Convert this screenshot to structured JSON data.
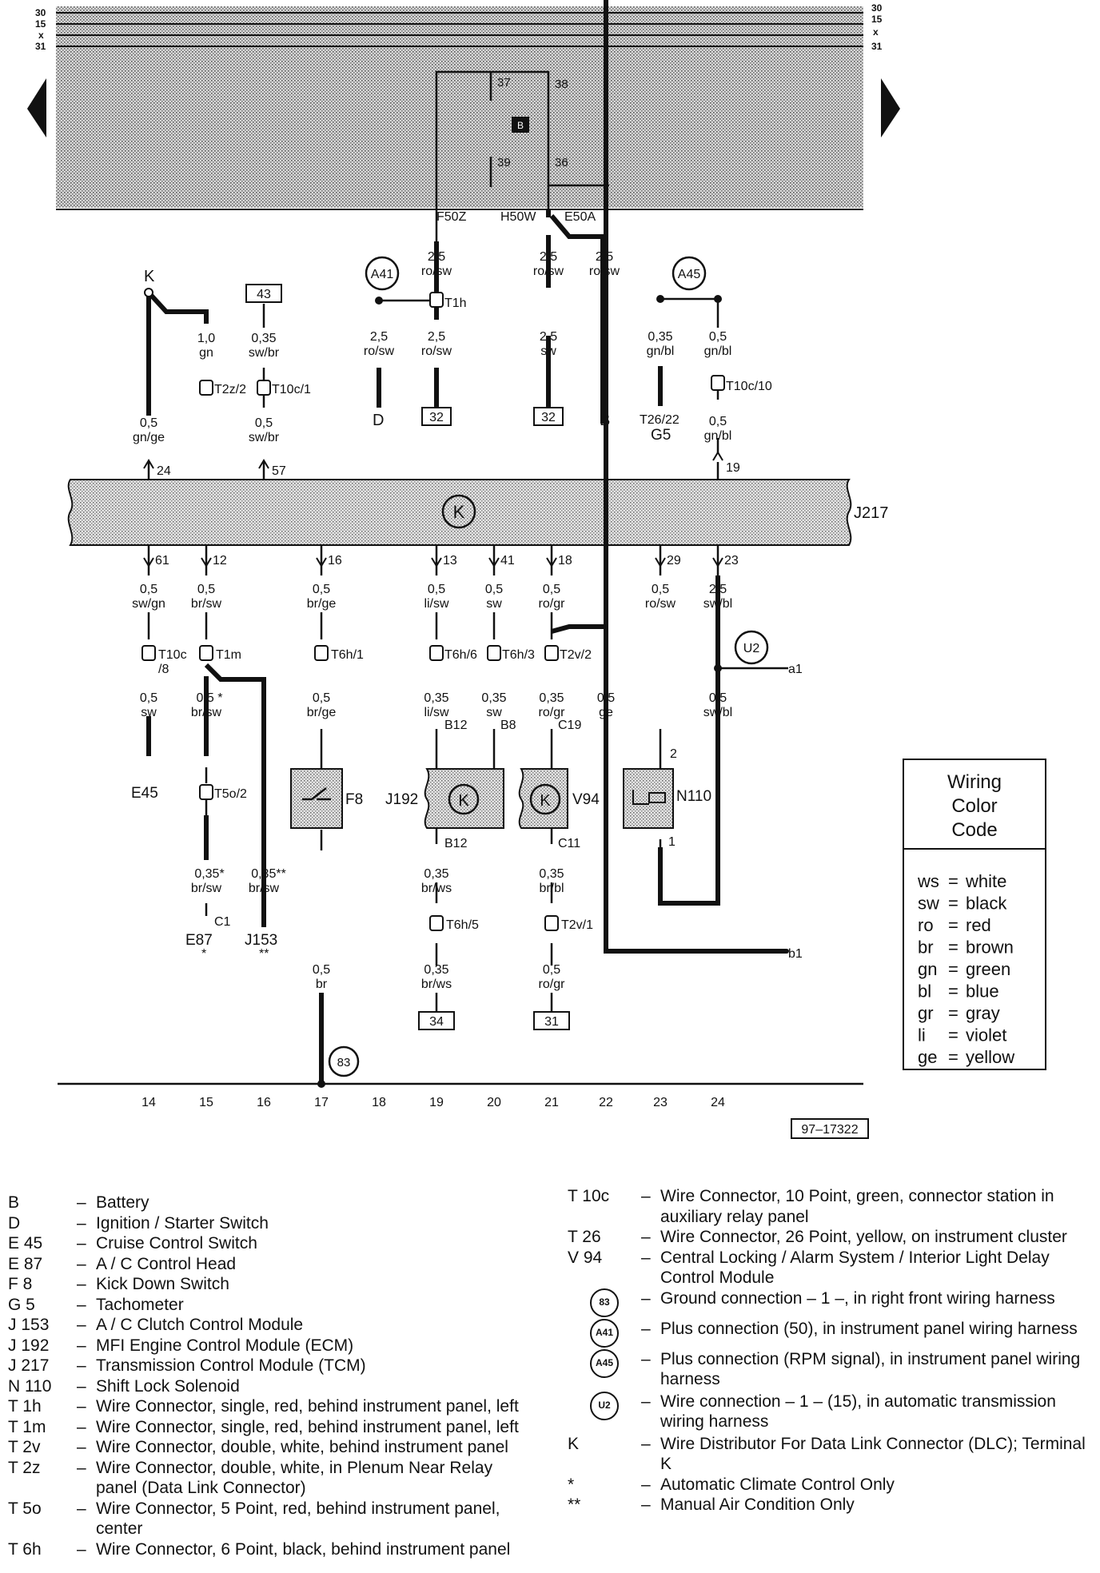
{
  "bus_labels": {
    "left": [
      "30",
      "15",
      "x",
      "31"
    ],
    "right": [
      "30",
      "15",
      "x",
      "31"
    ]
  },
  "fuse_box": {
    "top_pins": [
      "37",
      "38"
    ],
    "bottom_pins": [
      "39",
      "36"
    ],
    "badge": "B",
    "outputs": [
      "F50Z",
      "H50W",
      "E50A"
    ]
  },
  "top_wires": {
    "w1": {
      "gauge": "1,0",
      "color": "gn"
    },
    "w2": {
      "gauge": "0,35",
      "color": "sw/br"
    },
    "w3": {
      "gauge": "2,5",
      "color": "ro/sw"
    },
    "w4": {
      "gauge": "2,5",
      "color": "ro/sw"
    },
    "w5": {
      "gauge": "2,5",
      "color": "ro/sw"
    },
    "w6": {
      "gauge": "2,5",
      "color": "ro/sw"
    },
    "w7": {
      "gauge": "2,5",
      "color": "ro/sw"
    },
    "w8": {
      "gauge": "2,5",
      "color": "sw"
    },
    "w9": {
      "gauge": "0,35",
      "color": "gn/bl"
    },
    "w10": {
      "gauge": "0,5",
      "color": "gn/bl"
    },
    "w11": {
      "gauge": "0,5",
      "color": "gn/bl"
    },
    "w12": {
      "gauge": "0,5",
      "color": "gn/ge"
    },
    "w13": {
      "gauge": "0,5",
      "color": "sw/br"
    }
  },
  "top_labels": {
    "K": "K",
    "box43": "43",
    "A41": "A41",
    "A45": "A45",
    "T2z2": "T2z/2",
    "T10c1": "T10c/1",
    "T1h": "T1h",
    "T10c10": "T10c/10",
    "D": "D",
    "box32a": "32",
    "box32b": "32",
    "B": "B",
    "T2622": "T26/22",
    "G5": "G5",
    "p24": "24",
    "p57": "57",
    "p19": "19"
  },
  "module": {
    "label": "J217",
    "symbol": "K"
  },
  "lower_pins": [
    "61",
    "12",
    "16",
    "13",
    "41",
    "18",
    "29",
    "23"
  ],
  "lower_wires": {
    "l1": {
      "gauge": "0,5",
      "color": "sw/gn"
    },
    "l2": {
      "gauge": "0,5",
      "color": "br/sw"
    },
    "l3": {
      "gauge": "0,5",
      "color": "br/ge"
    },
    "l4": {
      "gauge": "0,5",
      "color": "li/sw"
    },
    "l5": {
      "gauge": "0,5",
      "color": "sw"
    },
    "l6": {
      "gauge": "0,5",
      "color": "ro/gr"
    },
    "l7": {
      "gauge": "0,5",
      "color": "ro/sw"
    },
    "l8": {
      "gauge": "2,5",
      "color": "sw/bl"
    },
    "m1": {
      "gauge": "0,5",
      "color": "sw"
    },
    "m2": {
      "gauge": "0,5 *",
      "color": "br/sw"
    },
    "m3": {
      "gauge": "0,5",
      "color": "br/ge"
    },
    "m4": {
      "gauge": "0,35",
      "color": "li/sw"
    },
    "m5": {
      "gauge": "0,35",
      "color": "sw"
    },
    "m6": {
      "gauge": "0,35",
      "color": "ro/gr"
    },
    "m7": {
      "gauge": "0,5",
      "color": "ge"
    },
    "m8": {
      "gauge": "0,5",
      "color": "sw/bl"
    },
    "b1": {
      "gauge": "0,35*",
      "color": "br/sw"
    },
    "b2": {
      "gauge": "0,35**",
      "color": "br/sw"
    },
    "b3": {
      "gauge": "0,35",
      "color": "br/ws"
    },
    "b4": {
      "gauge": "0,35",
      "color": "br/bl"
    },
    "b5": {
      "gauge": "0,35",
      "color": "br/ws"
    },
    "b6": {
      "gauge": "0,5",
      "color": "ro/gr"
    },
    "b7": {
      "gauge": "0,5",
      "color": "br"
    }
  },
  "lower_labels": {
    "T10c8a": "T10c",
    "T10c8b": "/8",
    "T1m": "T1m",
    "T6h1": "T6h/1",
    "T6h6": "T6h/6",
    "T6h3": "T6h/3",
    "T2v2": "T2v/2",
    "U2": "U2",
    "a1": "a1",
    "E45": "E45",
    "T5o2": "T5o/2",
    "F8": "F8",
    "B12a": "B12",
    "B8": "B8",
    "C19": "C19",
    "J192": "J192",
    "V94": "V94",
    "N110": "N110",
    "p2": "2",
    "p1": "1",
    "B12b": "B12",
    "C11": "C11",
    "T6h5": "T6h/5",
    "T2v1": "T2v/1",
    "C1": "C1",
    "E87": "E87",
    "J153": "J153",
    "star1": "*",
    "star2": "**",
    "box34": "34",
    "box31": "31",
    "b1": "b1",
    "g83": "83",
    "ref": "97–17322"
  },
  "track_numbers": [
    "14",
    "15",
    "16",
    "17",
    "18",
    "19",
    "20",
    "21",
    "22",
    "23",
    "24"
  ],
  "color_code": {
    "title": "Wiring Color Code",
    "entries": [
      {
        "code": "ws",
        "name": "white"
      },
      {
        "code": "sw",
        "name": "black"
      },
      {
        "code": "ro",
        "name": "red"
      },
      {
        "code": "br",
        "name": "brown"
      },
      {
        "code": "gn",
        "name": "green"
      },
      {
        "code": "bl",
        "name": "blue"
      },
      {
        "code": "gr",
        "name": "gray"
      },
      {
        "code": "li",
        "name": "violet"
      },
      {
        "code": "ge",
        "name": "yellow"
      }
    ]
  },
  "legend_left": [
    {
      "code": "B",
      "dash": "–",
      "desc": "Battery"
    },
    {
      "code": "D",
      "dash": "–",
      "desc": "Ignition / Starter Switch"
    },
    {
      "code": "E 45",
      "dash": "–",
      "desc": "Cruise Control Switch"
    },
    {
      "code": "E 87",
      "dash": "–",
      "desc": "A / C Control Head"
    },
    {
      "code": "F 8",
      "dash": "–",
      "desc": "Kick Down Switch"
    },
    {
      "code": "G 5",
      "dash": "–",
      "desc": "Tachometer"
    },
    {
      "code": "J 153",
      "dash": "–",
      "desc": "A / C Clutch Control Module"
    },
    {
      "code": "J 192",
      "dash": "–",
      "desc": "MFI Engine Control Module (ECM)"
    },
    {
      "code": "J 217",
      "dash": "–",
      "desc": "Transmission Control Module (TCM)"
    },
    {
      "code": "N 110",
      "dash": "–",
      "desc": "Shift Lock Solenoid"
    },
    {
      "code": "T 1h",
      "dash": "–",
      "desc": "Wire Connector, single, red, behind instrument panel, left"
    },
    {
      "code": "T 1m",
      "dash": "–",
      "desc": "Wire Connector, single, red, behind instrument panel, left"
    },
    {
      "code": "T 2v",
      "dash": "–",
      "desc": "Wire Connector, double, white, behind instrument panel"
    },
    {
      "code": "T 2z",
      "dash": "–",
      "desc": "Wire Connector, double, white, in Plenum Near Relay"
    },
    {
      "code": "",
      "dash": "",
      "desc": "panel (Data Link Connector)"
    },
    {
      "code": "T 5o",
      "dash": "–",
      "desc": "Wire Connector, 5 Point, red, behind instrument panel,"
    },
    {
      "code": "",
      "dash": "",
      "desc": "center"
    },
    {
      "code": "T 6h",
      "dash": "–",
      "desc": "Wire Connector, 6 Point, black, behind instrument panel"
    }
  ],
  "legend_right": [
    {
      "code": "T 10c",
      "dash": "–",
      "symbol": "",
      "desc": "Wire Connector, 10 Point, green, connector station in auxiliary relay panel"
    },
    {
      "code": "T 26",
      "dash": "–",
      "symbol": "",
      "desc": "Wire Connector, 26 Point, yellow, on instrument cluster"
    },
    {
      "code": "V 94",
      "dash": "–",
      "symbol": "",
      "desc": "Central Locking / Alarm System / Interior Light Delay Control Module"
    },
    {
      "code": "",
      "dash": "–",
      "symbol": "83",
      "desc": "Ground connection – 1 –, in right front wiring harness"
    },
    {
      "code": "",
      "dash": "–",
      "symbol": "A41",
      "desc": "Plus connection (50), in instrument panel wiring harness"
    },
    {
      "code": "",
      "dash": "–",
      "symbol": "A45",
      "desc": "Plus connection (RPM signal), in instrument panel wiring harness"
    },
    {
      "code": "",
      "dash": "–",
      "symbol": "U2",
      "desc": "Wire connection – 1 – (15), in automatic transmission wiring harness"
    },
    {
      "code": "K",
      "dash": "–",
      "symbol": "",
      "desc": "Wire Distributor For Data Link Connector (DLC); Terminal K"
    },
    {
      "code": "*",
      "dash": "–",
      "symbol": "",
      "desc": "Automatic Climate Control Only"
    },
    {
      "code": "**",
      "dash": "–",
      "symbol": "",
      "desc": "Manual Air Condition Only"
    }
  ]
}
